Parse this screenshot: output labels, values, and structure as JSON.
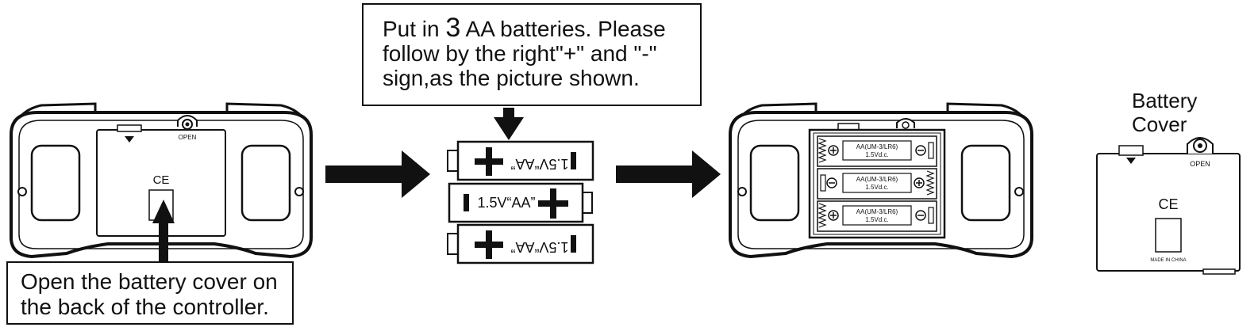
{
  "instructions": {
    "step1": {
      "line1": "Open the battery cover on",
      "line2": "the back of the controller."
    },
    "step2": {
      "line1_pre": "Put in ",
      "line1_num": "3",
      "line1_post": " AA batteries. Please",
      "line2": "follow by the right\"+\" and \"-\"",
      "line3": "sign,as the picture shown."
    }
  },
  "cover_label": {
    "line1": "Battery",
    "line2": "Cover"
  },
  "controller_back": {
    "open_label": "OPEN",
    "ce_mark": "CE"
  },
  "batteries": {
    "label": "1.5V“AA”",
    "label_inverted": "1.5V“AA”"
  },
  "compartment": {
    "slot_label": "AA(UM-3/LR6)",
    "slot_voltage": "1.5Vd.c."
  },
  "cover_detail": {
    "open_label": "OPEN",
    "ce_mark": "CE",
    "made_in": "MADE IN CHINA"
  }
}
